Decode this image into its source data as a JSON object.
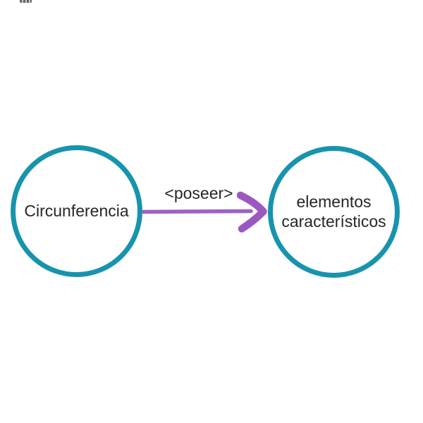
{
  "canvas": {
    "background": "#ffffff"
  },
  "diagram": {
    "type": "concept-map",
    "nodes": [
      {
        "id": "circunferencia",
        "label": "Circunferencia",
        "shape": "circle"
      },
      {
        "id": "elementos-caracteristicos",
        "label": "elementos característicos",
        "shape": "circle"
      }
    ],
    "edge": {
      "from": "circunferencia",
      "to": "elementos-caracteristicos",
      "label": "<poseer>",
      "arrow_direction": "right"
    },
    "colors": {
      "node_border": "#1794ad",
      "node_fill": "#ffffff",
      "arrow": "#9b59c0",
      "text": "#262626",
      "canvas_bg": "#ffffff"
    }
  }
}
